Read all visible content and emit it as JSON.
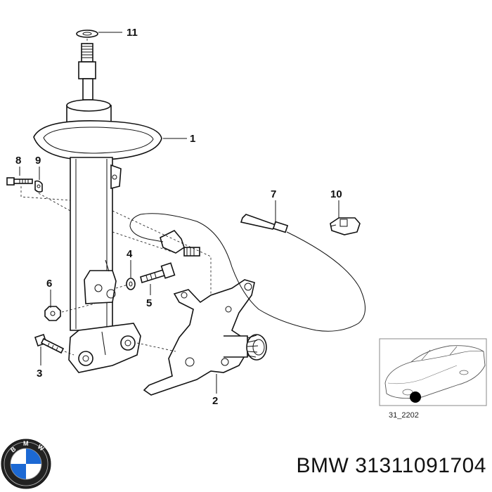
{
  "diagram": {
    "callouts": [
      "1",
      "2",
      "3",
      "4",
      "5",
      "6",
      "7",
      "8",
      "9",
      "10",
      "11"
    ],
    "inset_code": "31_2202"
  },
  "footer": {
    "brand": "BMW",
    "part_number": "31311091704"
  },
  "logo": {
    "lettering": "BMW",
    "colors": {
      "blue": "#1c69d4",
      "white": "#ffffff",
      "ring": "#111111"
    }
  }
}
